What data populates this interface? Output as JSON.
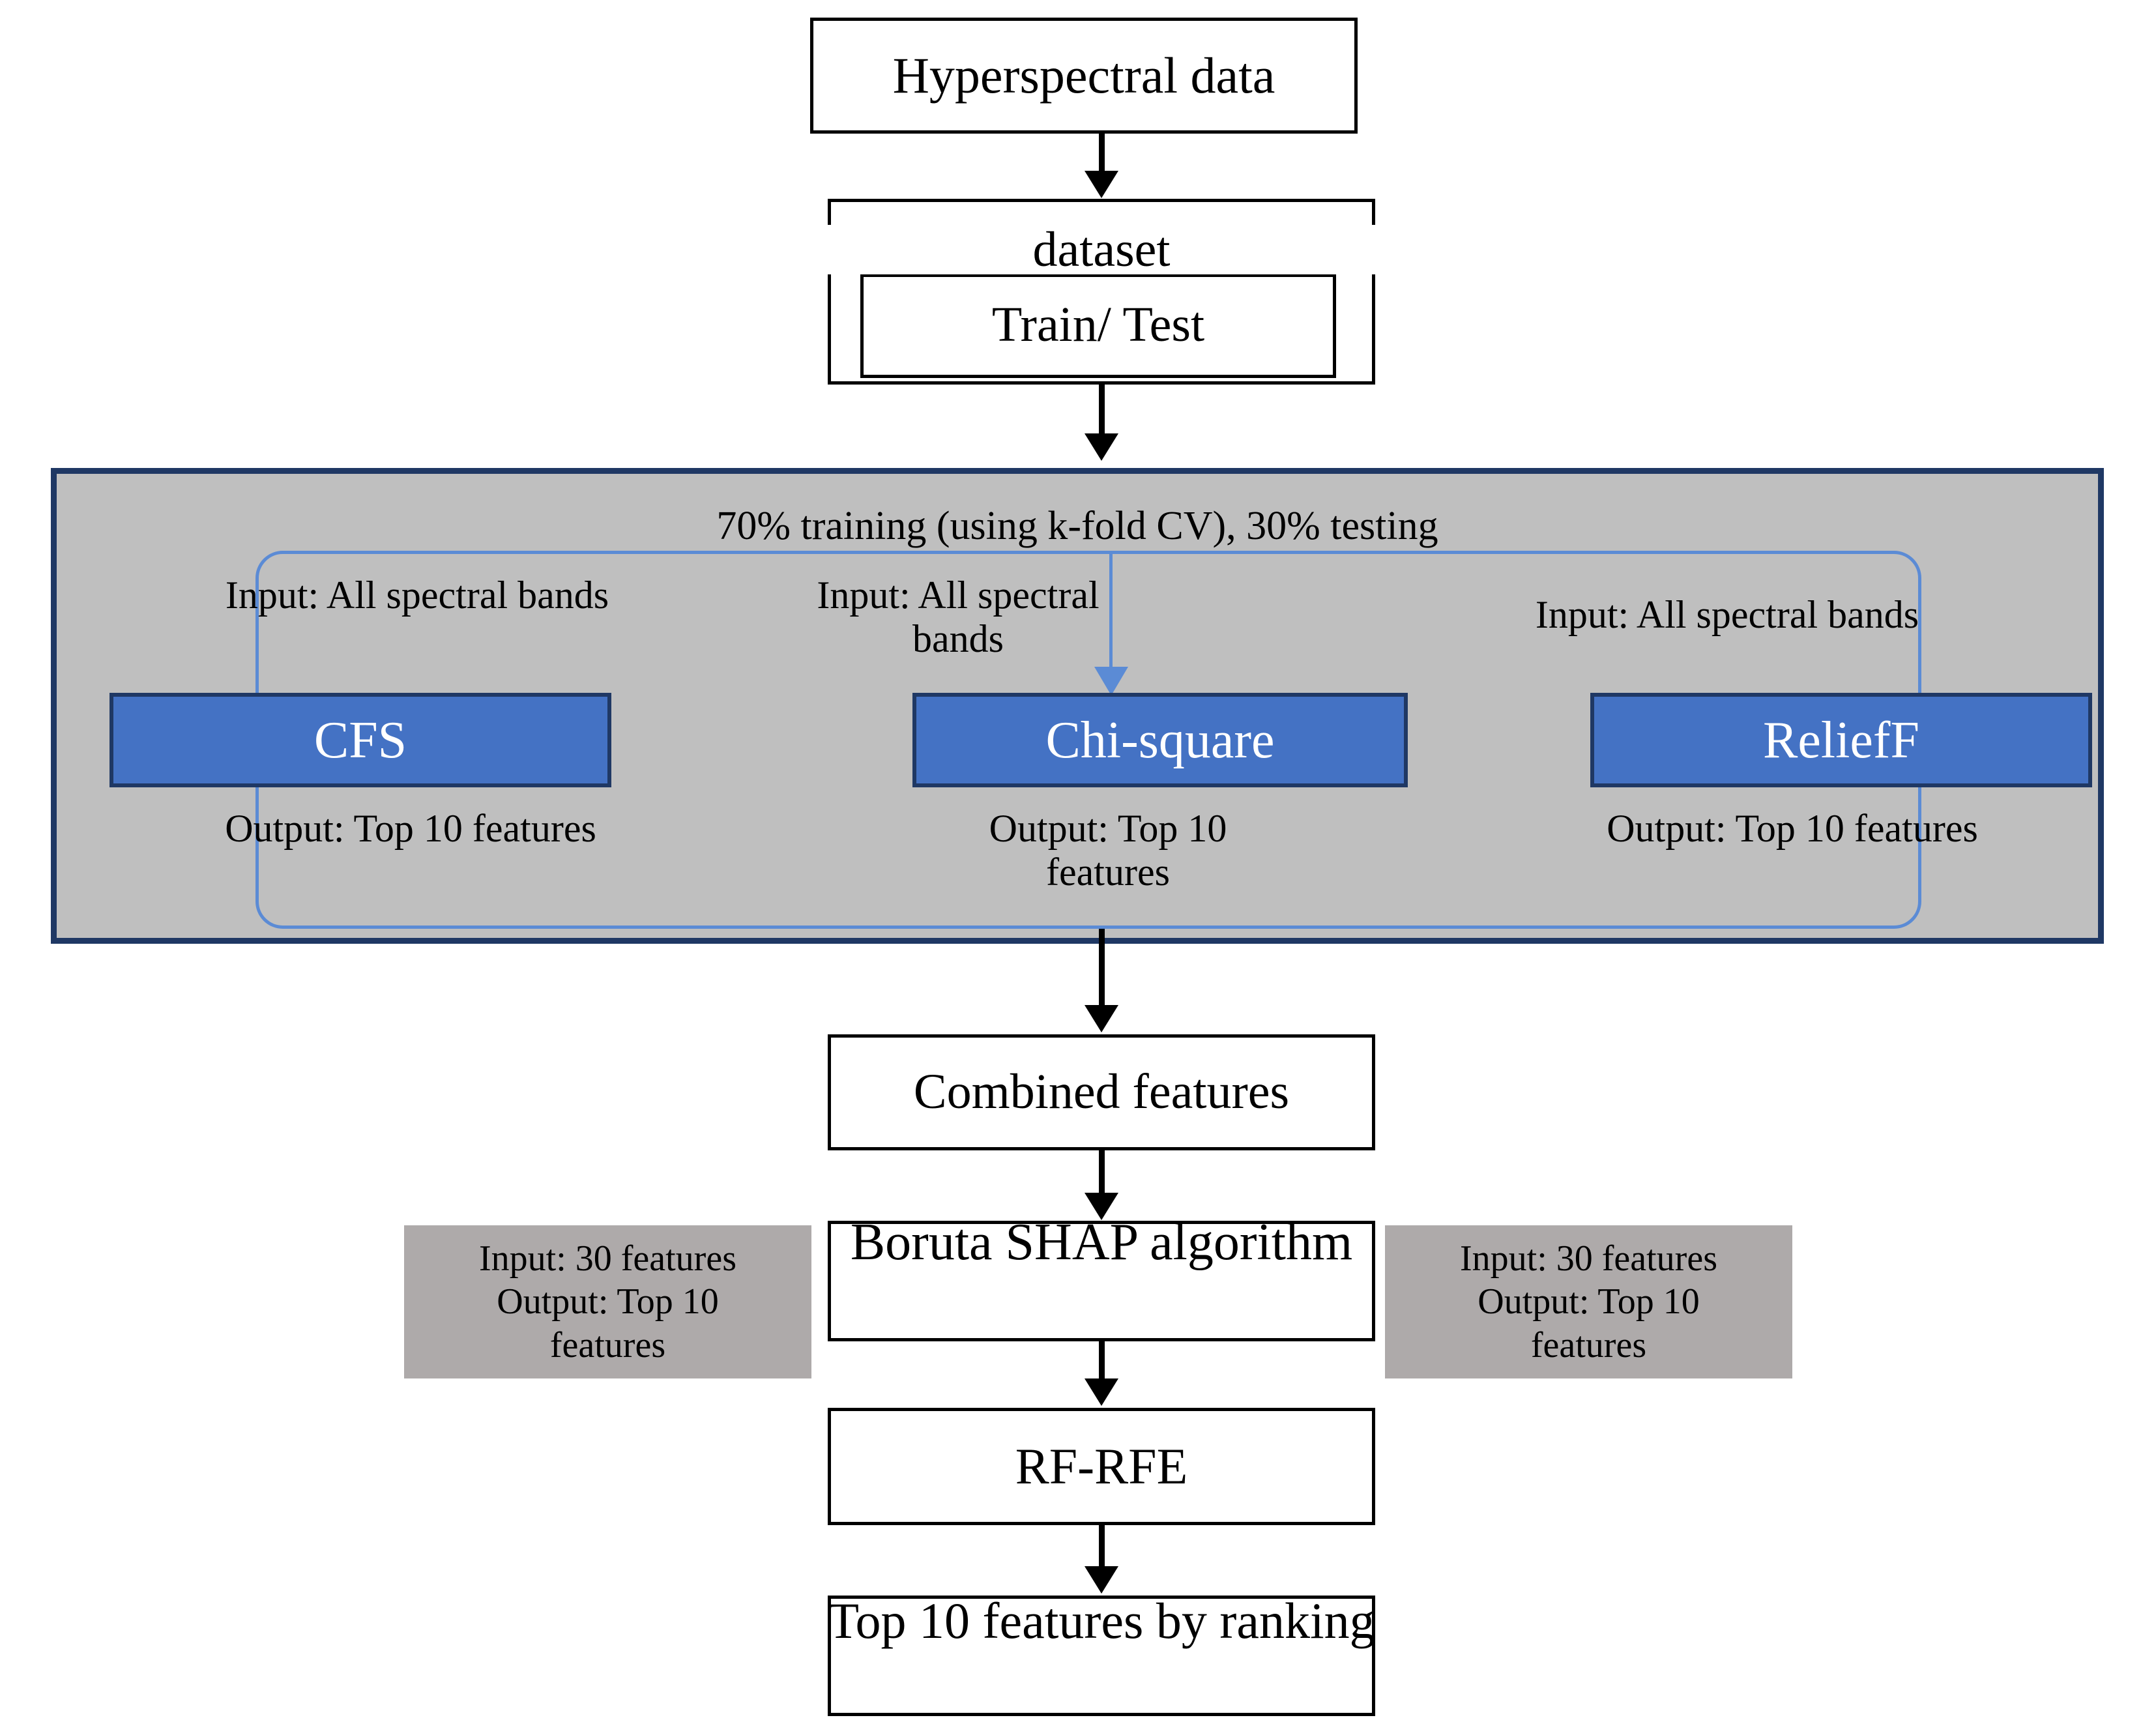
{
  "diagram": {
    "title": "Hyperspectral feature selection workflow",
    "colors": {
      "blue_fill": "#4472C4",
      "blue_border": "#1F3864",
      "bracket_blue": "#5B8BD5",
      "panel_gray": "#BFBFBF",
      "note_gray": "#AEAAAA",
      "box_border": "#000000",
      "box_fill": "#FFFFFF",
      "text_dark": "#000000",
      "text_light": "#FFFFFF"
    },
    "top": {
      "source_label": "Hyperspectral data",
      "dataset_label": "dataset",
      "dataset_split_label": "Train/ Test"
    },
    "methods_panel": {
      "split_caption": "70% training (using k-fold CV), 30% testing",
      "methods": [
        {
          "name": "CFS",
          "input": "Input: All spectral bands",
          "output": "Output: Top 10 features"
        },
        {
          "name": "Chi-square",
          "input": "Input: All spectral bands",
          "output": "Output: Top 10 features"
        },
        {
          "name": "ReliefF",
          "input": "Input: All spectral bands",
          "output": "Output: Top 10 features"
        }
      ]
    },
    "lower": {
      "combined_label": "Combined features",
      "boruta_label": "Boruta SHAP algorithm",
      "boruta_note_left": "Input: 30 features Output: Top 10 features",
      "boruta_note_right": "Input: 30 features Output: Top 10 features",
      "note_line1": "Input: 30 features",
      "note_line2": "Output: Top 10",
      "note_line3": "features",
      "rfrfe_label": "RF-RFE",
      "final_label": "Top 10 features by ranking"
    }
  }
}
